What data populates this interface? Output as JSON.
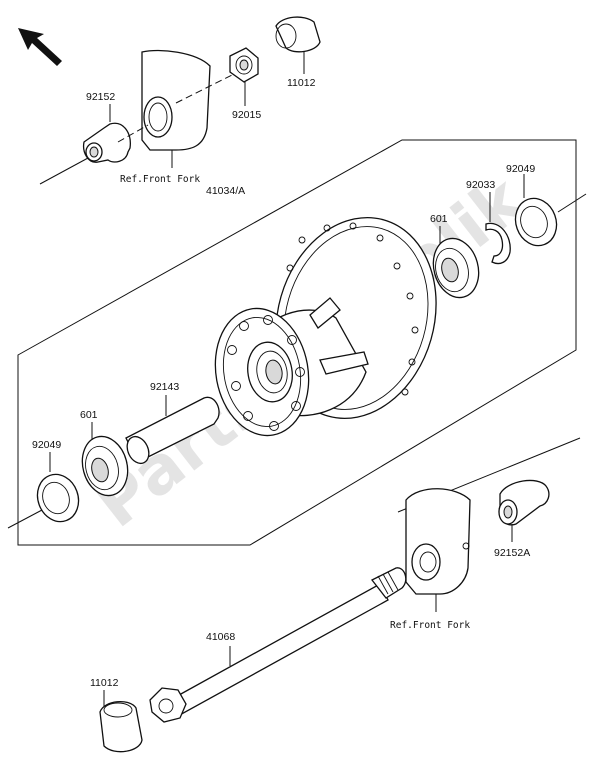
{
  "watermark": "PartsRepublik",
  "labels": {
    "p92152": "92152",
    "p92015": "92015",
    "p11012_top": "11012",
    "ref_fork_top": "Ref.Front Fork",
    "p41034": "41034/A",
    "p92033": "92033",
    "p92049_right": "92049",
    "p601_right": "601",
    "p92143": "92143",
    "p601_left": "601",
    "p92049_left": "92049",
    "p92152a": "92152A",
    "ref_fork_bottom": "Ref.Front Fork",
    "p41068": "41068",
    "p11012_bottom": "11012"
  }
}
